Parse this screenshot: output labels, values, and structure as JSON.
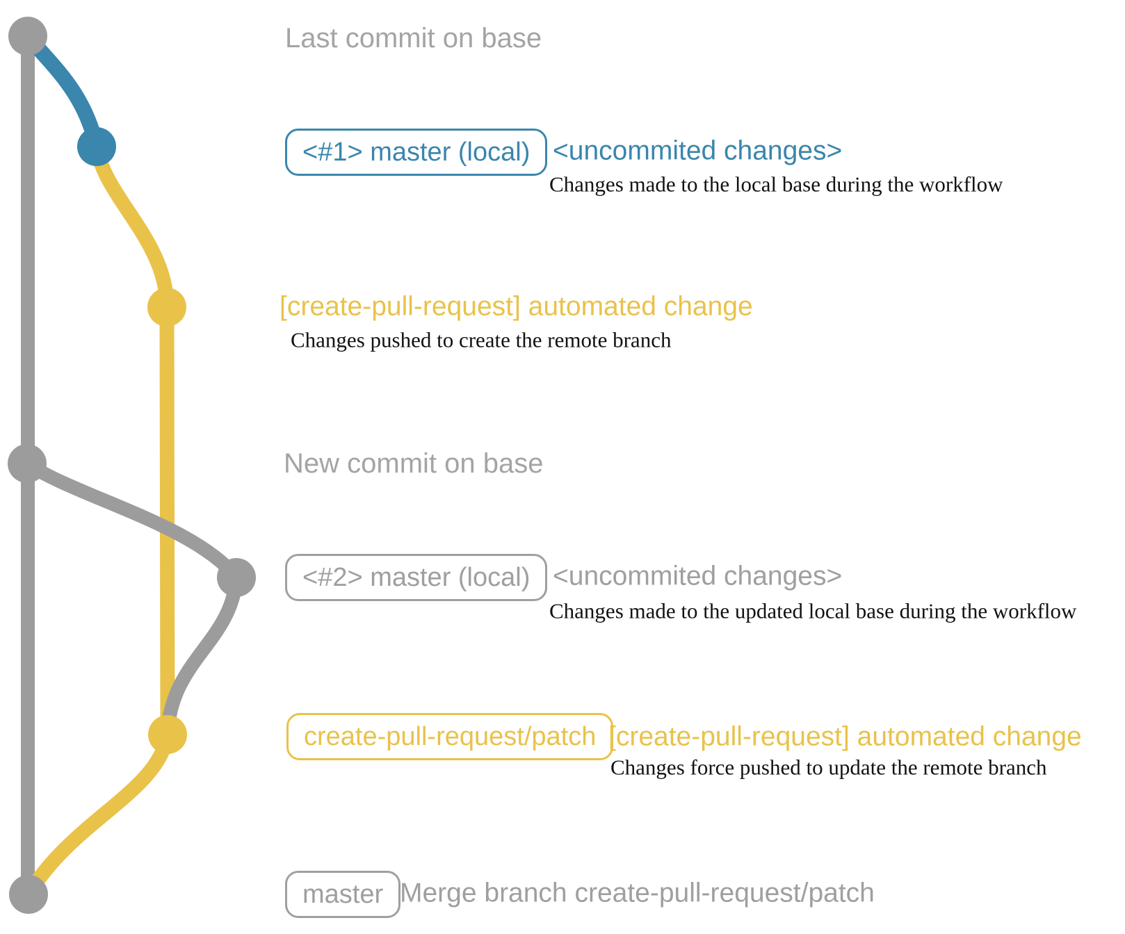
{
  "colors": {
    "blue": "#3a86ad",
    "yellow": "#e9c24a",
    "graph_gray": "#9c9c9c",
    "caption_gray": "#a4a4a4",
    "badge_gray": "#9f9f9f",
    "ink": "#121212"
  },
  "captions": {
    "last_commit": "Last commit on base",
    "new_commit": "New commit on base"
  },
  "row1": {
    "badge": "<#1> master (local)",
    "label": "<uncommited changes>",
    "description": "Changes made to the local base during the workflow"
  },
  "row2": {
    "label": "[create-pull-request] automated change",
    "description": "Changes pushed to create the remote branch"
  },
  "row4": {
    "badge": "<#2> master (local)",
    "label": "<uncommited changes>",
    "description": "Changes made to the updated local base during the workflow"
  },
  "row5": {
    "badge": "create-pull-request/patch",
    "label": "[create-pull-request] automated change",
    "description": "Changes force pushed to update the remote branch"
  },
  "row6": {
    "badge": "master",
    "label": "Merge branch create-pull-request/patch"
  },
  "graph": {
    "branch_colors": {
      "base": "#9c9c9c",
      "local_master": "#3a86ad",
      "create_pull_request_patch": "#e9c24a"
    },
    "commit_nodes": [
      {
        "name": "last-commit-on-base",
        "color": "gray"
      },
      {
        "name": "uncommitted-changes-1",
        "color": "blue"
      },
      {
        "name": "automated-change-1",
        "color": "yellow"
      },
      {
        "name": "new-commit-on-base",
        "color": "gray"
      },
      {
        "name": "uncommitted-changes-2",
        "color": "gray"
      },
      {
        "name": "automated-change-2",
        "color": "yellow"
      },
      {
        "name": "merge-commit",
        "color": "gray"
      }
    ]
  }
}
